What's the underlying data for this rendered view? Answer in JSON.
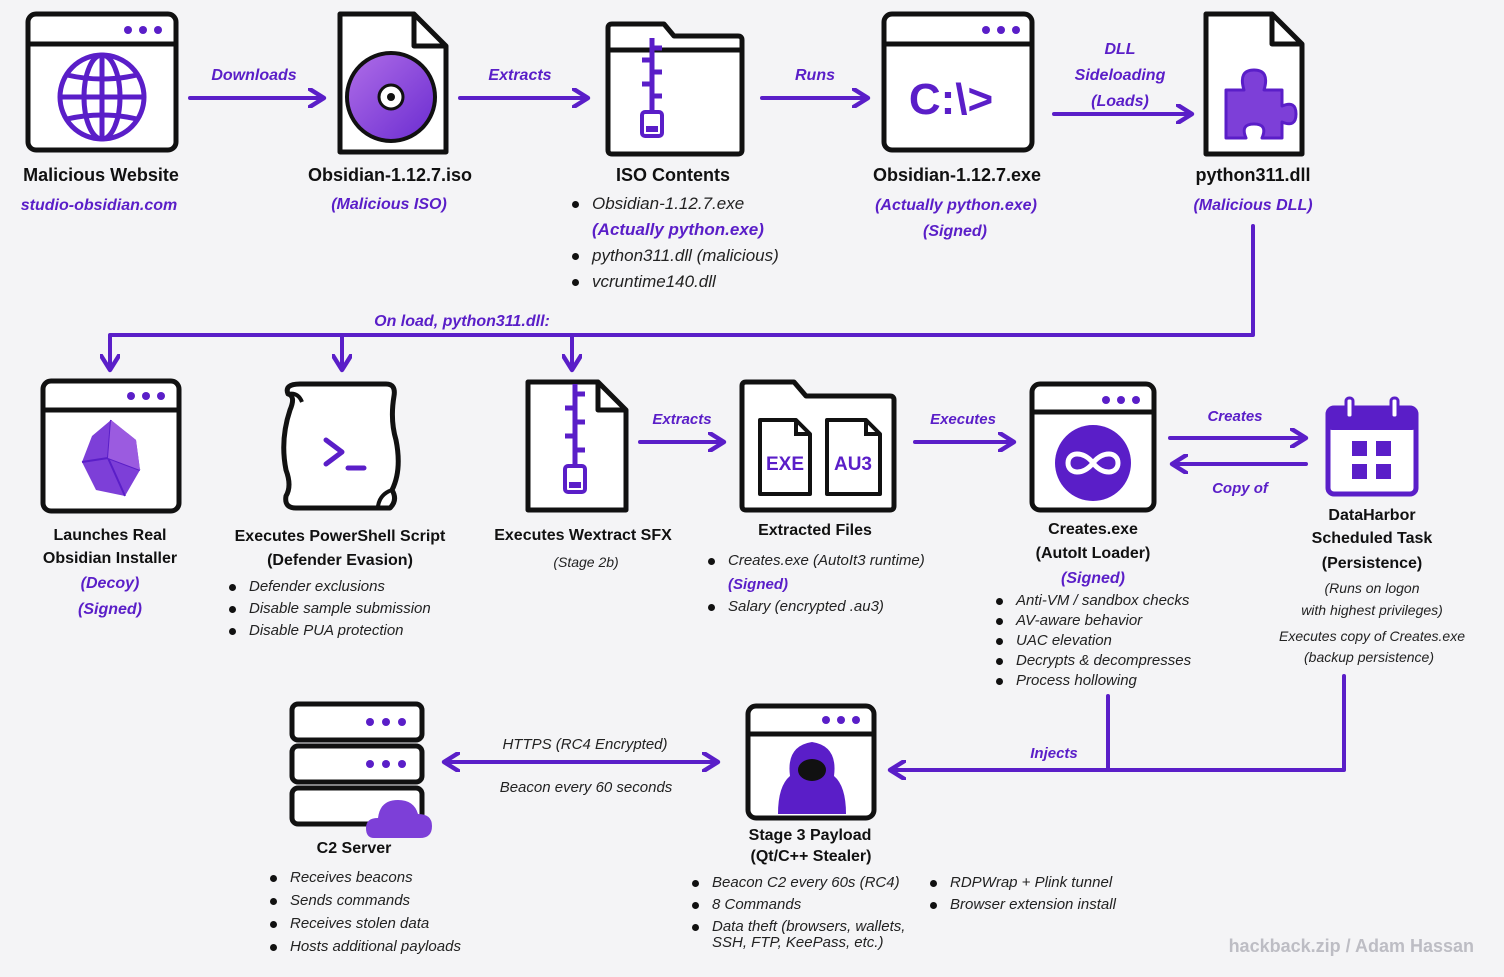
{
  "colors": {
    "accent": "#5a1ec8",
    "accent_light": "#9b5be0",
    "ink": "#111111",
    "background": "#f4f4f6",
    "credit": "#bdbdc4"
  },
  "nodes": {
    "website": {
      "icon": "globe-browser-icon",
      "title": "Malicious Website",
      "sub": "studio-obsidian.com"
    },
    "iso": {
      "icon": "disc-file-icon",
      "title": "Obsidian-1.12.7.iso",
      "sub": "(Malicious ISO)"
    },
    "iso_contents": {
      "icon": "zip-folder-icon",
      "title": "ISO Contents",
      "items": [
        {
          "text": "Obsidian-1.12.7.exe",
          "sub": "(Actually python.exe)"
        },
        {
          "text": "python311.dll (malicious)"
        },
        {
          "text": "vcruntime140.dll"
        }
      ]
    },
    "exe": {
      "icon": "terminal-prompt-icon",
      "glyph": "C:\\>",
      "title": "Obsidian-1.12.7.exe",
      "sub1": "(Actually python.exe)",
      "sub2": "(Signed)"
    },
    "dll": {
      "icon": "puzzle-file-icon",
      "title": "python311.dll",
      "sub": "(Malicious DLL)"
    },
    "installer": {
      "icon": "obsidian-gem-icon",
      "title1": "Launches Real",
      "title2": "Obsidian Installer",
      "sub1": "(Decoy)",
      "sub2": "(Signed)"
    },
    "powershell": {
      "icon": "powershell-scroll-icon",
      "title1": "Executes PowerShell Script",
      "title2": "(Defender Evasion)",
      "items": [
        "Defender exclusions",
        "Disable sample submission",
        "Disable PUA protection"
      ]
    },
    "wextract": {
      "icon": "zip-file-icon",
      "title": "Executes Wextract SFX",
      "sub": "(Stage 2b)"
    },
    "extracted": {
      "icon": "files-folder-icon",
      "title": "Extracted Files",
      "exe_tag": "EXE",
      "au3_tag": "AU3",
      "items": [
        {
          "text": "Creates.exe (AutoIt3 runtime)",
          "sub": "(Signed)"
        },
        {
          "text": "Salary (encrypted .au3)"
        }
      ]
    },
    "creates": {
      "icon": "autoit-infinity-icon",
      "title1": "Creates.exe",
      "title2": "(AutoIt Loader)",
      "sub": "(Signed)",
      "items": [
        "Anti-VM / sandbox checks",
        "AV-aware behavior",
        "UAC elevation",
        "Decrypts & decompresses",
        "Process hollowing"
      ]
    },
    "task": {
      "icon": "calendar-icon",
      "title1": "DataHarbor",
      "title2": "Scheduled Task",
      "title3": "(Persistence)",
      "note1": "(Runs on logon",
      "note2": "with highest privileges)",
      "note3": "Executes copy of Creates.exe",
      "note4": "(backup persistence)"
    },
    "c2": {
      "icon": "server-cloud-icon",
      "title": "C2 Server",
      "items": [
        "Receives beacons",
        "Sends commands",
        "Receives stolen data",
        "Hosts additional payloads"
      ]
    },
    "payload": {
      "icon": "hooded-hacker-icon",
      "title1": "Stage 3 Payload",
      "title2": "(Qt/C++ Stealer)",
      "items_left": [
        "Beacon C2 every 60s (RC4)",
        "8 Commands",
        "Data theft (browsers, wallets,",
        "SSH, FTP, KeePass, etc.)"
      ],
      "items_right": [
        "RDPWrap + Plink tunnel",
        "Browser extension install"
      ]
    }
  },
  "edges": {
    "downloads": "Downloads",
    "extracts": "Extracts",
    "runs": "Runs",
    "sideload1": "DLL",
    "sideload2": "Sideloading",
    "sideload3": "(Loads)",
    "on_load": "On load, python311.dll:",
    "extracts2": "Extracts",
    "executes": "Executes",
    "creates": "Creates",
    "copy_of": "Copy of",
    "injects": "Injects",
    "https": "HTTPS (RC4 Encrypted)",
    "beacon": "Beacon every 60 seconds"
  },
  "credit": "hackback.zip / Adam Hassan"
}
